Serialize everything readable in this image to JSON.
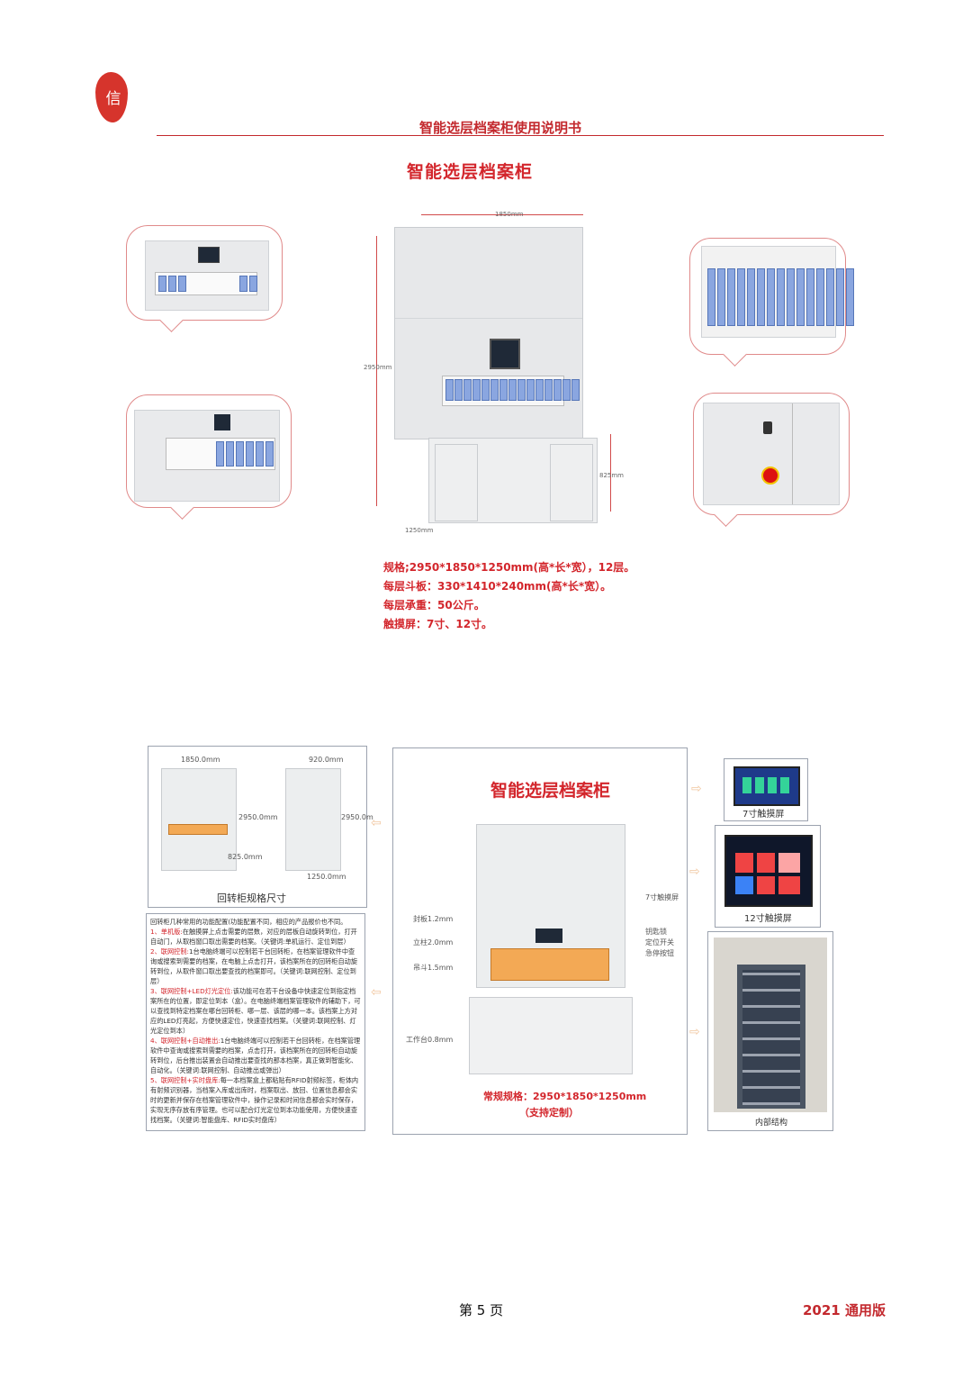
{
  "header": {
    "seal_text": "信",
    "doc_title": "智能选层档案柜使用说明书"
  },
  "main_title": "智能选层档案柜",
  "cabinet": {
    "width_label": "1850mm",
    "height_label": "2950mm",
    "base_label": "825mm",
    "depth_label": "1250mm"
  },
  "specs": [
    "规格;2950*1850*1250mm(高*长*宽），12层。",
    "每层斗板：330*1410*240mm(高*长*宽）。",
    "每层承重：50公斤。",
    "触摸屏：7寸、12寸。"
  ],
  "lower": {
    "spec_panel": {
      "caption": "回转柜规格尺寸",
      "dims": [
        "1850.0mm",
        "920.0mm",
        "2950.0mm",
        "2950.0m",
        "825.0mm",
        "1250.0mm"
      ]
    },
    "center": {
      "title": "智能选层档案柜",
      "left_labels": [
        "封板1.2mm",
        "立柱2.0mm",
        "吊斗1.5mm",
        "工作台0.8mm"
      ],
      "right_labels": [
        "7寸触摸屏",
        "钥匙锁",
        "定位开关",
        "急停按钮"
      ],
      "spec_line1": "常规规格：2950*1850*1250mm",
      "spec_line2": "（支持定制）"
    },
    "screen7_caption": "7寸触摸屏",
    "screen12_caption": "12寸触摸屏",
    "interior_caption": "内部结构",
    "notes_intro": "回转柜几种常用的功能配置(功能配置不同，相应的产品报价也不同。",
    "notes": [
      {
        "head": "1、单机版:",
        "body": "在触摸屏上点击需要的层数，对应的层板自动旋转到位，打开自动门，从取档窗口取出需要的档案。（关键词:单机运行、定位到层）"
      },
      {
        "head": "2、联网控制:",
        "body": "1台电脑终端可以控制若干台回转柜，在档案管理软件中查询或搜索到需要的档案，在电脑上点击打开，该档案所在的回转柜自动旋转到位，从取件窗口取出要查找的档案即可。（关键词:联网控制、定位到层）"
      },
      {
        "head": "3、联网控制+LED灯光定位:",
        "body": "该功能可在若干台设备中快速定位到指定档案所在的位置，即定位到本（盒）。在电脑终端档案管理软件的辅助下，可以查找到特定档案在哪台回转柜、哪一层、该层的哪一本。该档案上方对应的LED灯亮起，方便快速定位，快速查找档案。（关键词:联网控制、灯光定位到本）"
      },
      {
        "head": "4、联网控制+自动推出:",
        "body": "1台电脑终端可以控制若干台回转柜，在档案管理软件中查询或搜索到需要的档案，点击打开，该档案所在的回转柜自动旋转到位，后台推出装置会自动推出要查找的那本档案，真正做到智能化、自动化。（关键词:联网控制、自动推出或弹出）"
      },
      {
        "head": "5、联网控制+实时盘库:",
        "body": "每一本档案盒上都粘贴有RFID射频标签，柜体内有射频识别器，当档案入库或出库时，档案取出、放回、位置信息都会实时的更新并保存在档案管理软件中，操作记录和时间信息都会实时保存，实现无序存放有序管理。也可以配合灯光定位到本功能使用，方便快速查找档案。（关键词:智能盘库、RFID实时盘库）"
      }
    ]
  },
  "footer": {
    "page": "第 5 页",
    "version": "2021 通用版"
  },
  "colors": {
    "accent_red": "#d3262c",
    "binder_blue": "#8aa6e0",
    "drawer_orange": "#f3a955"
  }
}
